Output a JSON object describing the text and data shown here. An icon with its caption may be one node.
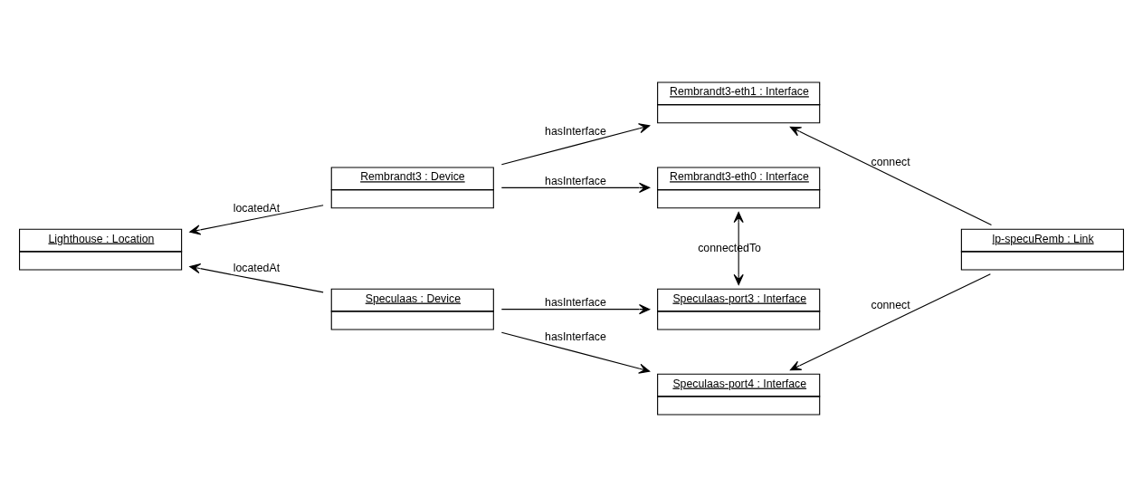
{
  "diagram": {
    "nodes": [
      {
        "text": [
          "Rembrandt3 : Device"
        ]
      },
      {
        "text": [
          "Rembrandt3-eth1 : Interface"
        ]
      },
      {
        "text": [
          "Rembrandt3-eth0 : Interface"
        ]
      },
      {
        "text": [
          "Lighthouse : Location"
        ]
      },
      {
        "text": [
          "lp-specuRemb : Link"
        ]
      },
      {
        "text": [
          "Speculaas : Device"
        ]
      },
      {
        "text": [
          "Speculaas-port3 : Interface"
        ]
      },
      {
        "text": [
          "Speculaas-port4 : Interface"
        ]
      }
    ],
    "edges": [
      {
        "from": 0,
        "to": 1,
        "arrow": "to",
        "label": "hasInterface"
      },
      {
        "from": 0,
        "to": 2,
        "arrow": "to",
        "label": "hasInterface"
      },
      {
        "from": 0,
        "to": 3,
        "arrow": "to",
        "label": "locatedAt"
      },
      {
        "from": 2,
        "to": 6,
        "arrow": "both",
        "label": "connectedTo"
      },
      {
        "from": 4,
        "to": 1,
        "arrow": "to",
        "label": "connect"
      },
      {
        "from": 5,
        "to": 3,
        "arrow": "to",
        "label": "locatedAt"
      },
      {
        "from": 5,
        "to": 6,
        "arrow": "to",
        "label": "hasInterface"
      },
      {
        "from": 4,
        "to": 7,
        "arrow": "to",
        "label": "connect"
      },
      {
        "from": 5,
        "to": 7,
        "arrow": "to",
        "label": "hasInterface"
      }
    ]
  }
}
